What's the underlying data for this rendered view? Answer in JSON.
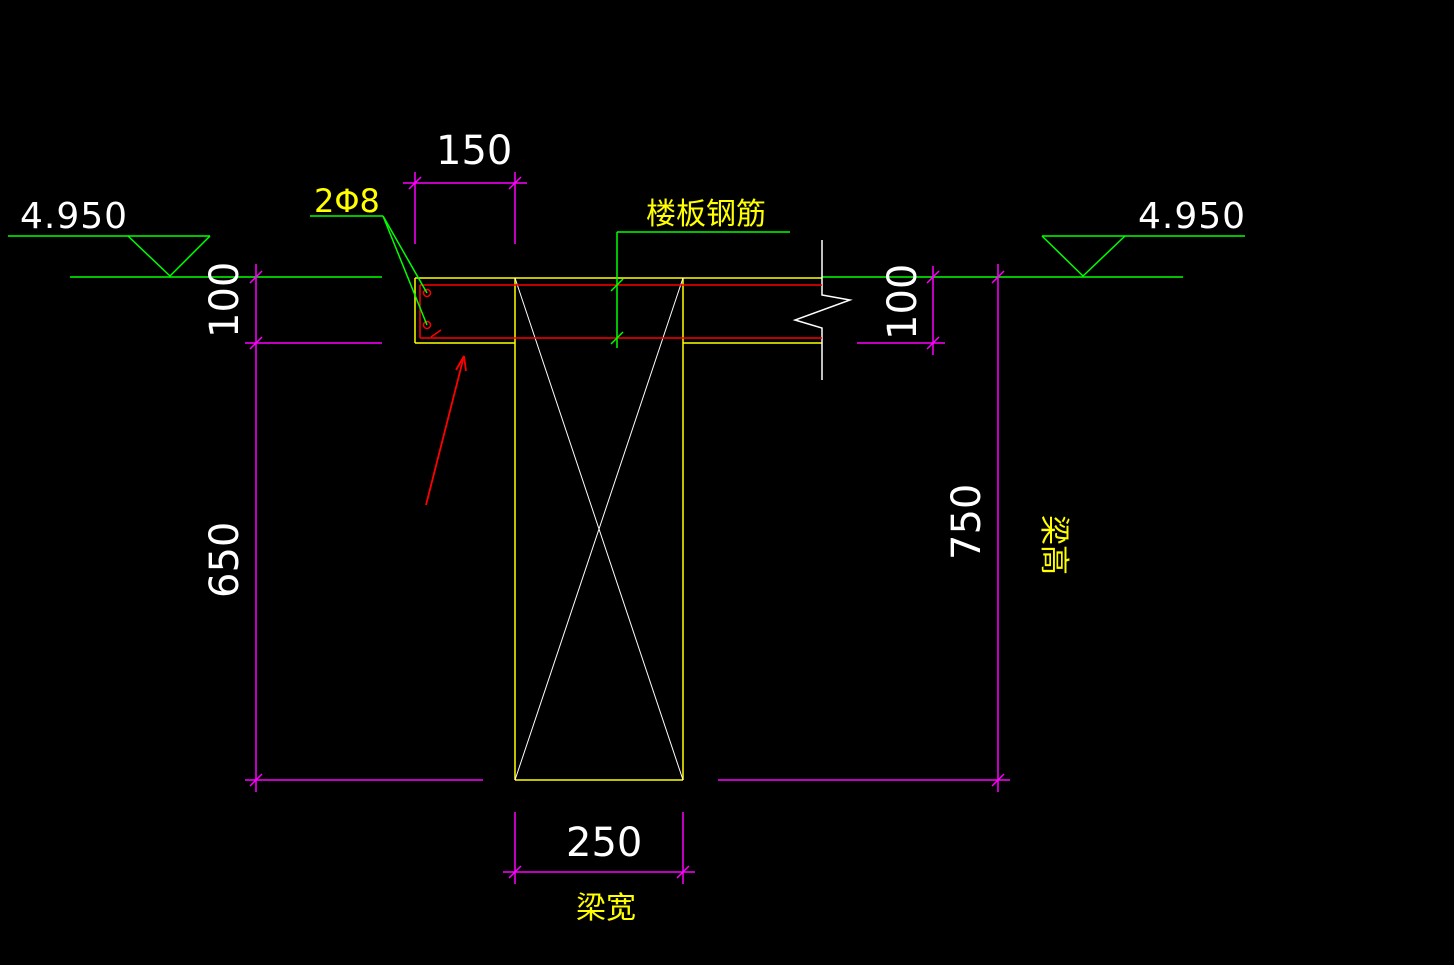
{
  "colors": {
    "background": "#000000",
    "dimension": "#ff00ff",
    "outline": "#ffff00",
    "leader": "#00ff00",
    "rebar": "#ff0000",
    "text_white": "#ffffff",
    "text_yellow": "#ffff00",
    "arrow": "#ff0000"
  },
  "elevations": {
    "left": "4.950",
    "right": "4.950"
  },
  "dimensions": {
    "flange_width": "150",
    "slab_thickness_left": "100",
    "slab_thickness_right": "100",
    "web_height": "650",
    "beam_height": "750",
    "beam_width": "250"
  },
  "labels": {
    "rebar_callout": "2Φ8",
    "slab_rebar": "楼板钢筋",
    "beam_height": "梁高",
    "beam_width": "梁宽"
  }
}
